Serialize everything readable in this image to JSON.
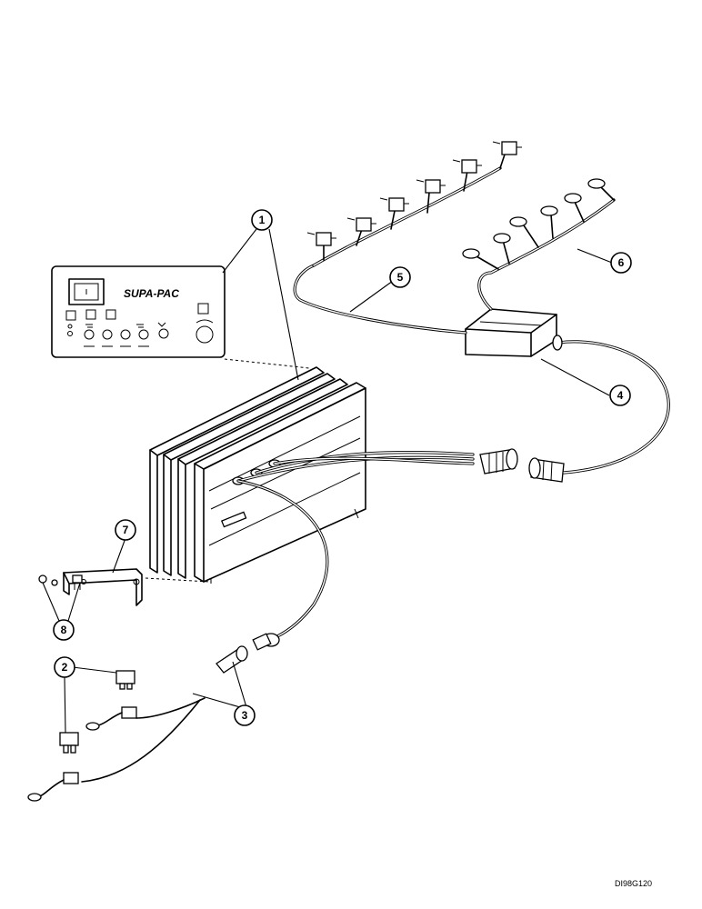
{
  "panel": {
    "brand": "SUPA-PAC"
  },
  "callouts": [
    {
      "id": "1",
      "label": "1"
    },
    {
      "id": "2",
      "label": "2"
    },
    {
      "id": "3",
      "label": "3"
    },
    {
      "id": "4",
      "label": "4"
    },
    {
      "id": "5",
      "label": "5"
    },
    {
      "id": "6",
      "label": "6"
    },
    {
      "id": "7",
      "label": "7"
    },
    {
      "id": "8",
      "label": "8"
    }
  ],
  "figure_ref": "DI98G120"
}
